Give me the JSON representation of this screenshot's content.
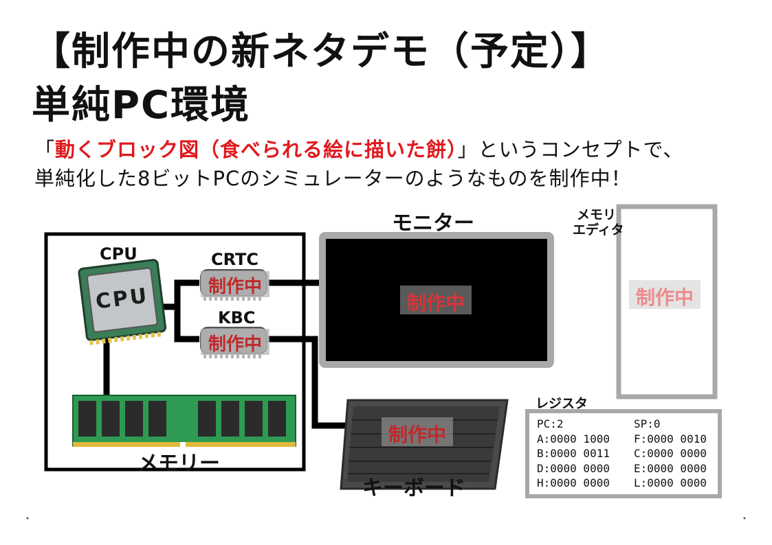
{
  "title": {
    "line1": "【制作中の新ネタデモ（予定）】",
    "line2": "単純PC環境"
  },
  "subtitle": {
    "quote_open": "「",
    "highlight": "動くブロック図（食べられる絵に描いた餅）",
    "quote_close": "」",
    "rest1": "というコンセプトで、",
    "line2": "単純化した8ビットPCのシミュレーターのようなものを制作中！"
  },
  "diagram": {
    "cpu_label": "CPU",
    "cpu_chip_text": "CPU",
    "crtc_label": "CRTC",
    "kbc_label": "KBC",
    "memory_label": "メモリー",
    "monitor_label": "モニター",
    "keyboard_label": "キーボード",
    "memory_editor_label_1": "メモリ",
    "memory_editor_label_2": "エディタ",
    "register_label": "レジスタ",
    "wip": "制作中"
  },
  "registers": {
    "rows": [
      {
        "left": "PC:2",
        "right": "SP:0"
      },
      {
        "left": "A:0000 1000",
        "right": "F:0000 0010"
      },
      {
        "left": "B:0000 0011",
        "right": "C:0000 0000"
      },
      {
        "left": "D:0000 0000",
        "right": "E:0000 0000"
      },
      {
        "left": "H:0000 0000",
        "right": "L:0000 0000"
      }
    ]
  },
  "colors": {
    "accent_red": "#e0191e",
    "wip_red": "#c0282a",
    "frame_gray": "#a8a8a8",
    "chip_green": "#3d8f5e",
    "ram_green": "#2e9a52"
  }
}
